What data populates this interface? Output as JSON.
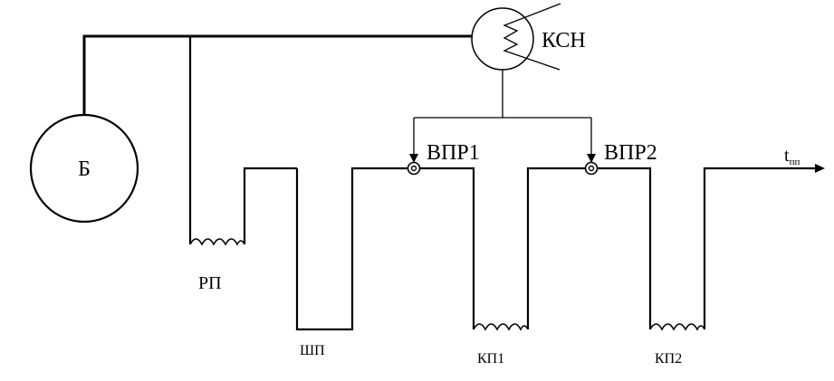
{
  "diagram": {
    "labels": {
      "drum": "Б",
      "ksn": "КСН",
      "rp": "РП",
      "shp": "ШП",
      "vpr1": "ВПР1",
      "vpr2": "ВПР2",
      "kp1": "КП1",
      "kp2": "КП2",
      "t_main": "t",
      "t_sub": "пп"
    }
  }
}
